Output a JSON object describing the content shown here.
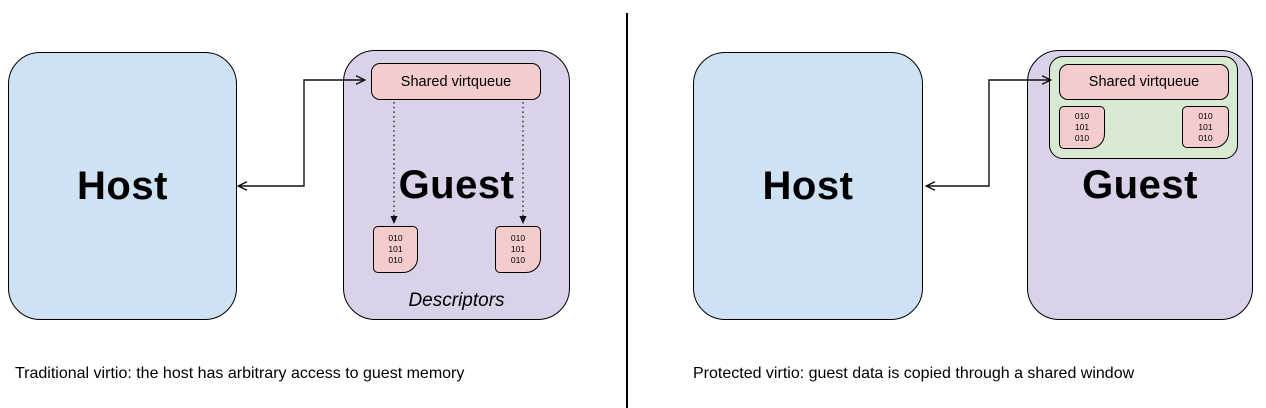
{
  "diagram": {
    "panels": [
      {
        "name": "traditional-virtio",
        "host": {
          "label": "Host"
        },
        "guest": {
          "label": "Guest"
        },
        "virtqueue": {
          "label": "Shared virtqueue"
        },
        "descriptors": {
          "label": "Descriptors",
          "blocks": [
            "010\n101\n010",
            "010\n101\n010"
          ]
        },
        "caption": "Traditional virtio: the host has arbitrary access to guest memory"
      },
      {
        "name": "protected-virtio",
        "host": {
          "label": "Host"
        },
        "guest": {
          "label": "Guest"
        },
        "shared_window": {
          "virtqueue": {
            "label": "Shared virtqueue"
          },
          "blocks": [
            "010\n101\n010",
            "010\n101\n010"
          ]
        },
        "caption": "Protected virtio: guest data is copied through a shared window"
      }
    ],
    "colors": {
      "host_fill": "#cfe2f3",
      "guest_fill": "#d9d2e9",
      "virtqueue_fill": "#f4cccc",
      "descriptor_fill": "#f4cccc",
      "window_fill": "#d9ead3",
      "line": "#000000"
    }
  }
}
